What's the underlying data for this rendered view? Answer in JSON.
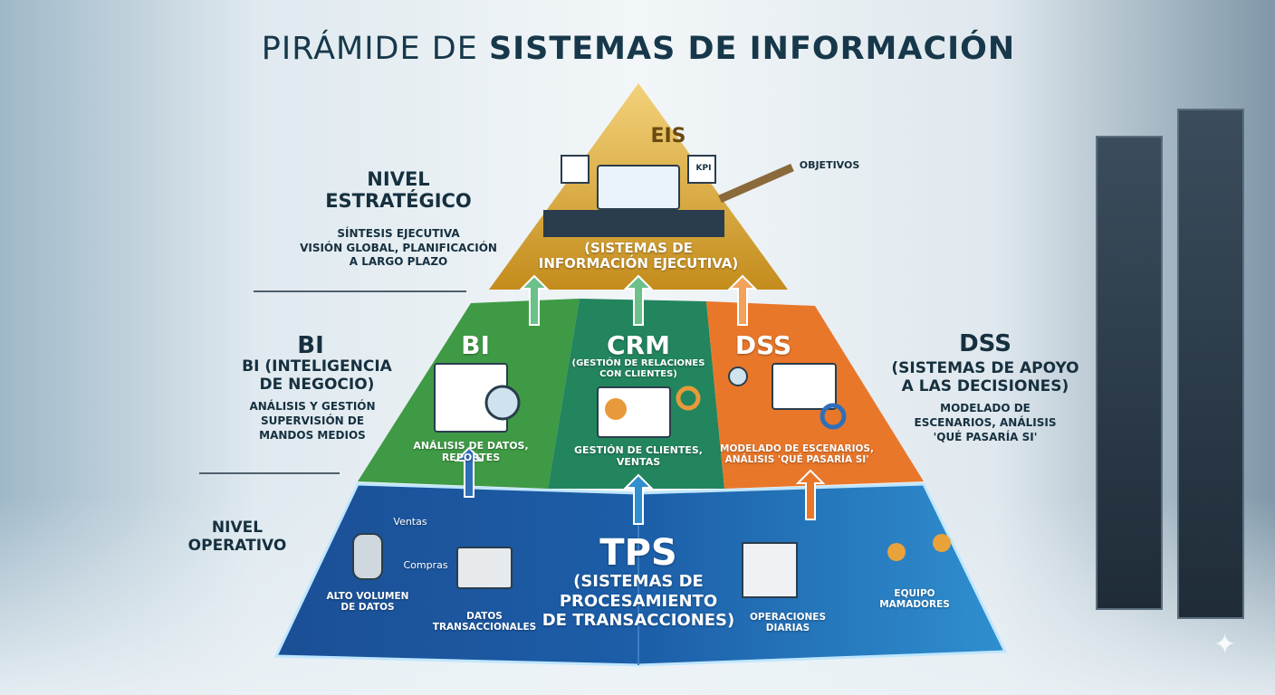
{
  "title": {
    "light": "PIRÁMIDE DE ",
    "bold": "SISTEMAS DE INFORMACIÓN"
  },
  "eis": {
    "label": "EIS",
    "sub1": "(SISTEMAS DE",
    "sub2": "INFORMACIÓN EJECUTIVA)",
    "objetivos": "OBJETIVOS",
    "kpi": "KPI"
  },
  "left": {
    "strategic_title1": "NIVEL",
    "strategic_title2": "ESTRATÉGICO",
    "strategic_lines": [
      "SÍNTESIS EJECUTIVA",
      "VISIÓN GLOBAL, PLANIFICACIÓN",
      "A LARGO PLAZO"
    ],
    "bi_title": "BI",
    "bi_sub1": "BI (INTELIGENCIA",
    "bi_sub2": "DE NEGOCIO)",
    "bi_lines": [
      "ANÁLISIS Y GESTIÓN",
      "SUPERVISIÓN DE",
      "MANDOS MEDIOS"
    ],
    "operative1": "NIVEL",
    "operative2": "OPERATIVO"
  },
  "right": {
    "dss_title": "DSS",
    "dss_sub1": "(SISTEMAS DE APOYO",
    "dss_sub2": "A LAS DECISIONES)",
    "dss_lines": [
      "MODELADO DE",
      "ESCENARIOS, ANÁLISIS",
      "'QUÉ PASARÍA SI'"
    ]
  },
  "middle": {
    "bi": {
      "label": "BI",
      "caption1": "ANÁLISIS DE DATOS,",
      "caption2": "REPORTES"
    },
    "crm": {
      "label": "CRM",
      "sub1": "(GESTIÓN DE RELACIONES",
      "sub2": "CON CLIENTES)",
      "caption1": "GESTIÓN DE CLIENTES,",
      "caption2": "VENTAS"
    },
    "dss": {
      "label": "DSS",
      "caption1": "MODELADO DE ESCENARIOS,",
      "caption2": "ANÁLISIS 'QUÉ PASARÍA SI'"
    }
  },
  "tps": {
    "label": "TPS",
    "sub1": "(SISTEMAS DE",
    "sub2": "PROCESAMIENTO",
    "sub3": "DE TRANSACCIONES)",
    "ventas": "Ventas",
    "compras": "Compras",
    "alto1": "ALTO VOLUMEN",
    "alto2": "DE DATOS",
    "datos1": "DATOS",
    "datos2": "TRANSACCIONALES",
    "oper1": "OPERACIONES",
    "oper2": "DIARIAS",
    "equipo1": "EQUIPO",
    "equipo2": "MAMADORES"
  },
  "colors": {
    "eis": "#d9a82e",
    "bi": "#3f9a45",
    "crm": "#22855e",
    "dss": "#e9772a",
    "tps": "#1f5fa8",
    "title": "#17384a"
  }
}
